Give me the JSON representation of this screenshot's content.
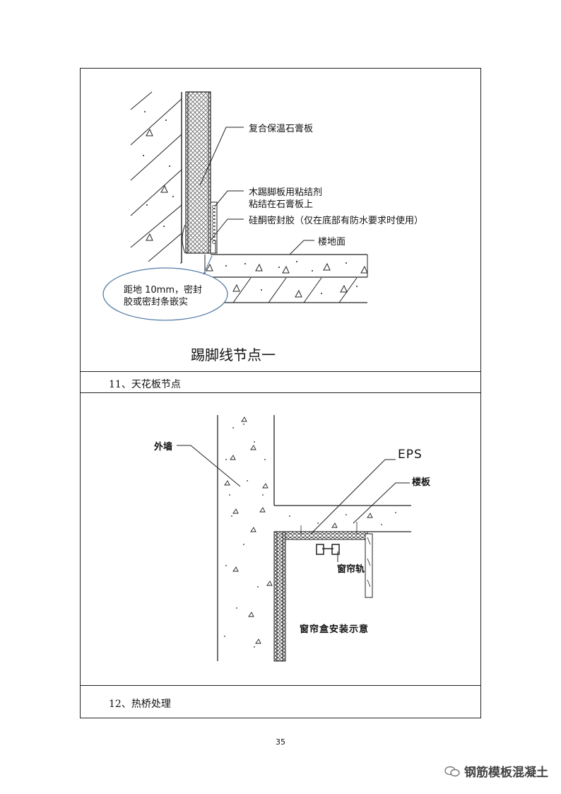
{
  "section1": {
    "labels": {
      "composite_board": "复合保温石膏板",
      "baseboard_line1": "木踢脚板用粘结剂",
      "baseboard_line2": "粘结在石膏板上",
      "sealant": "硅酮密封胶（仅在底部有防水要求时使用）",
      "floor": "楼地面",
      "callout_line1": "距地 10mm，密封",
      "callout_line2": "胶或密封条嵌实"
    },
    "title": "踢脚线节点一"
  },
  "section_heading_11": "11、天花板节点",
  "section2": {
    "labels": {
      "outer_wall": "外墙",
      "eps": "EPS",
      "floor_slab": "楼板",
      "curtain_rail": "窗帘轨",
      "caption": "窗帘盒安装示意"
    }
  },
  "section_heading_12": "12、热桥处理",
  "page_number": "35",
  "watermark": "钢筋模板混凝土"
}
